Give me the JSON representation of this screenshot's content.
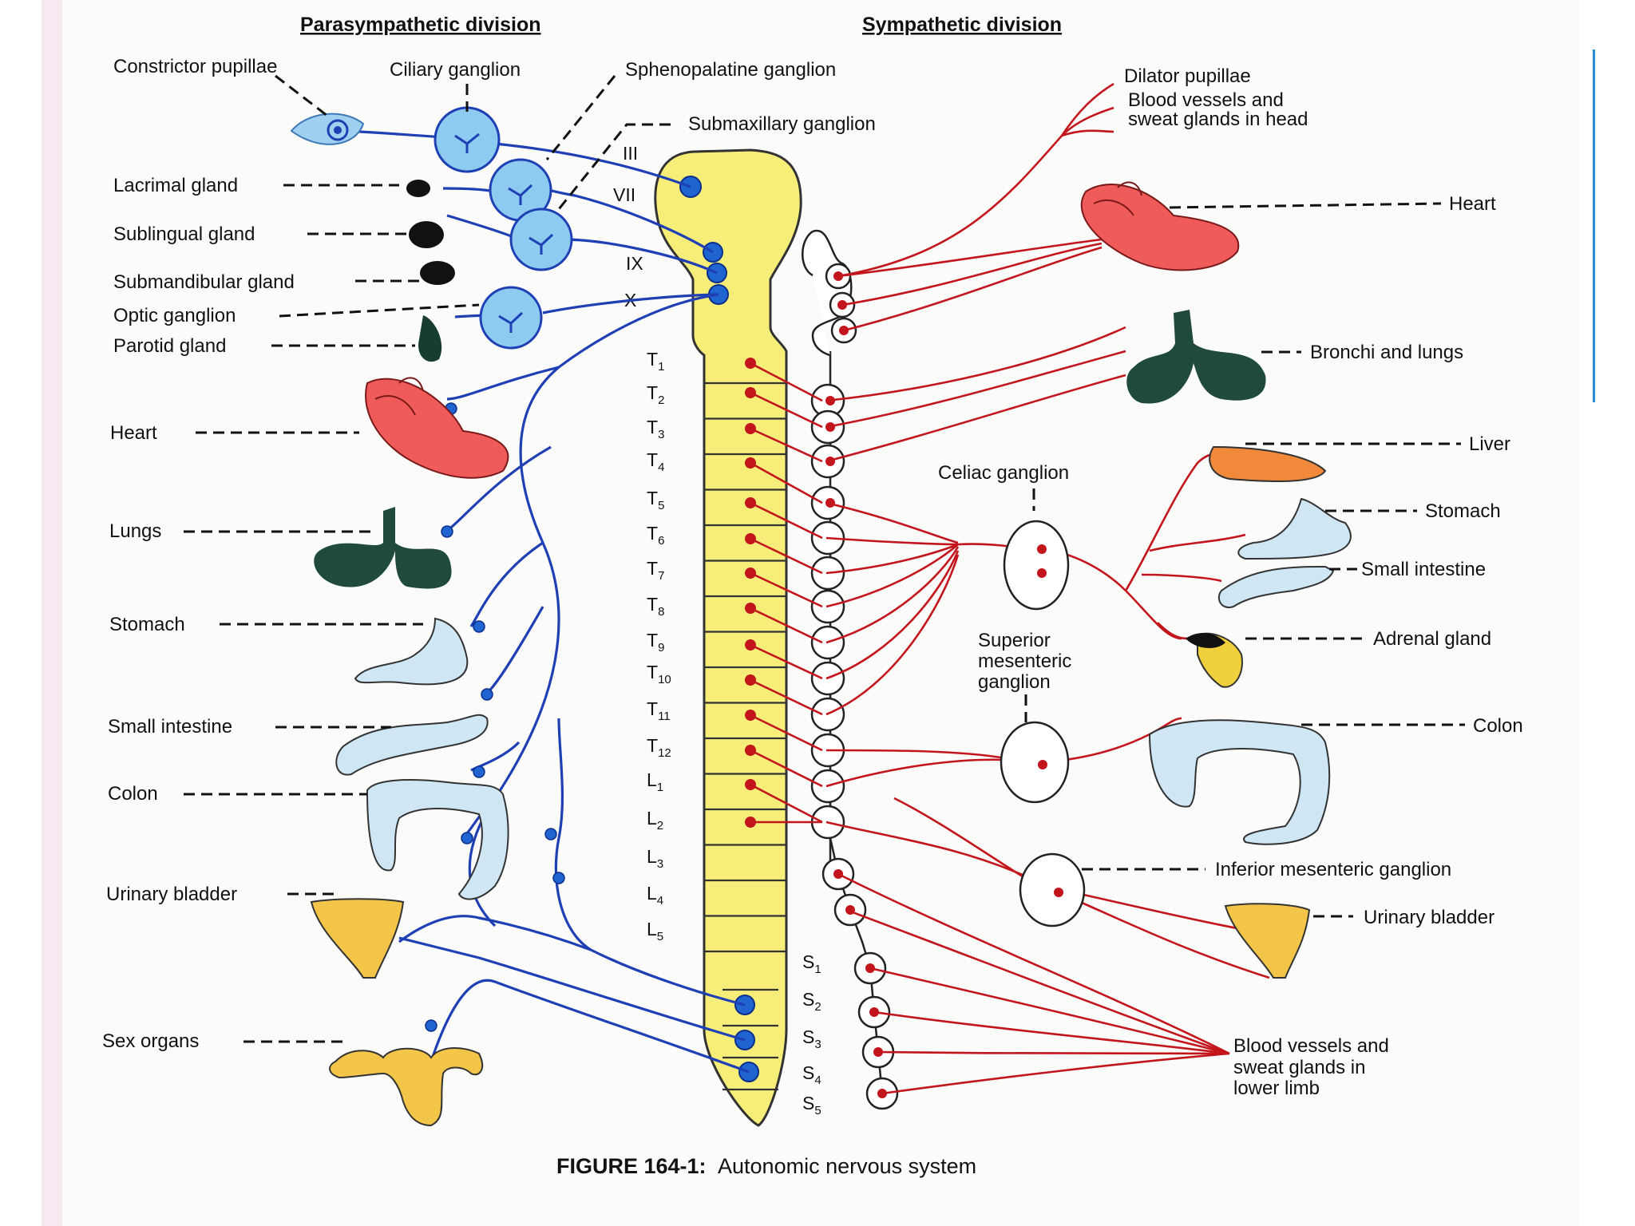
{
  "headers": {
    "parasympathetic": "Parasympathetic division",
    "sympathetic": "Sympathetic division"
  },
  "caption": {
    "bold": "FIGURE 164-1:",
    "text": "Autonomic nervous system"
  },
  "parasympathetic_labels": {
    "constrictor_pupillae": "Constrictor pupillae",
    "ciliary_ganglion": "Ciliary ganglion",
    "sphenopalatine_ganglion": "Sphenopalatine ganglion",
    "submaxillary_ganglion": "Submaxillary ganglion",
    "lacrimal_gland": "Lacrimal gland",
    "sublingual_gland": "Sublingual gland",
    "submandibular_gland": "Submandibular gland",
    "optic_ganglion": "Optic ganglion",
    "parotid_gland": "Parotid gland",
    "heart": "Heart",
    "lungs": "Lungs",
    "stomach": "Stomach",
    "small_intestine": "Small intestine",
    "colon": "Colon",
    "urinary_bladder": "Urinary bladder",
    "sex_organs": "Sex organs"
  },
  "cranial_nerves": [
    "III",
    "VII",
    "IX",
    "X"
  ],
  "spinal_segments": [
    {
      "main": "T",
      "sub": "1"
    },
    {
      "main": "T",
      "sub": "2"
    },
    {
      "main": "T",
      "sub": "3"
    },
    {
      "main": "T",
      "sub": "4"
    },
    {
      "main": "T",
      "sub": "5"
    },
    {
      "main": "T",
      "sub": "6"
    },
    {
      "main": "T",
      "sub": "7"
    },
    {
      "main": "T",
      "sub": "8"
    },
    {
      "main": "T",
      "sub": "9"
    },
    {
      "main": "T",
      "sub": "10"
    },
    {
      "main": "T",
      "sub": "11"
    },
    {
      "main": "T",
      "sub": "12"
    },
    {
      "main": "L",
      "sub": "1"
    },
    {
      "main": "L",
      "sub": "2"
    },
    {
      "main": "L",
      "sub": "3"
    },
    {
      "main": "L",
      "sub": "4"
    },
    {
      "main": "L",
      "sub": "5"
    },
    {
      "main": "S",
      "sub": "1"
    },
    {
      "main": "S",
      "sub": "2"
    },
    {
      "main": "S",
      "sub": "3"
    },
    {
      "main": "S",
      "sub": "4"
    },
    {
      "main": "S",
      "sub": "5"
    }
  ],
  "sympathetic_labels": {
    "dilator_pupillae": "Dilator pupillae",
    "blood_vessels_head_1": "Blood vessels and",
    "blood_vessels_head_2": "sweat glands in head",
    "heart": "Heart",
    "bronchi_lungs": "Bronchi and lungs",
    "liver": "Liver",
    "celiac_ganglion": "Celiac ganglion",
    "stomach": "Stomach",
    "small_intestine": "Small intestine",
    "adrenal_gland": "Adrenal gland",
    "sup_mesenteric_1": "Superior",
    "sup_mesenteric_2": "mesenteric",
    "sup_mesenteric_3": "ganglion",
    "colon": "Colon",
    "inf_mesenteric": "Inferior mesenteric ganglion",
    "urinary_bladder": "Urinary bladder",
    "blood_vessels_limb_1": "Blood vessels and",
    "blood_vessels_limb_2": "sweat glands in",
    "blood_vessels_limb_3": "lower limb"
  },
  "colors": {
    "parasympathetic": "#1f3fb5",
    "sympathetic": "#c3151c",
    "spinal_cord": "#f7ee7a",
    "ganglion_blue": "#8ecbf0",
    "heart_red": "#ef5a5a",
    "lung_green": "#1f4a3c",
    "liver_orange": "#f08a3a",
    "organ_lightblue": "#cfe6f5",
    "bladder_yellow": "#f3c649"
  }
}
